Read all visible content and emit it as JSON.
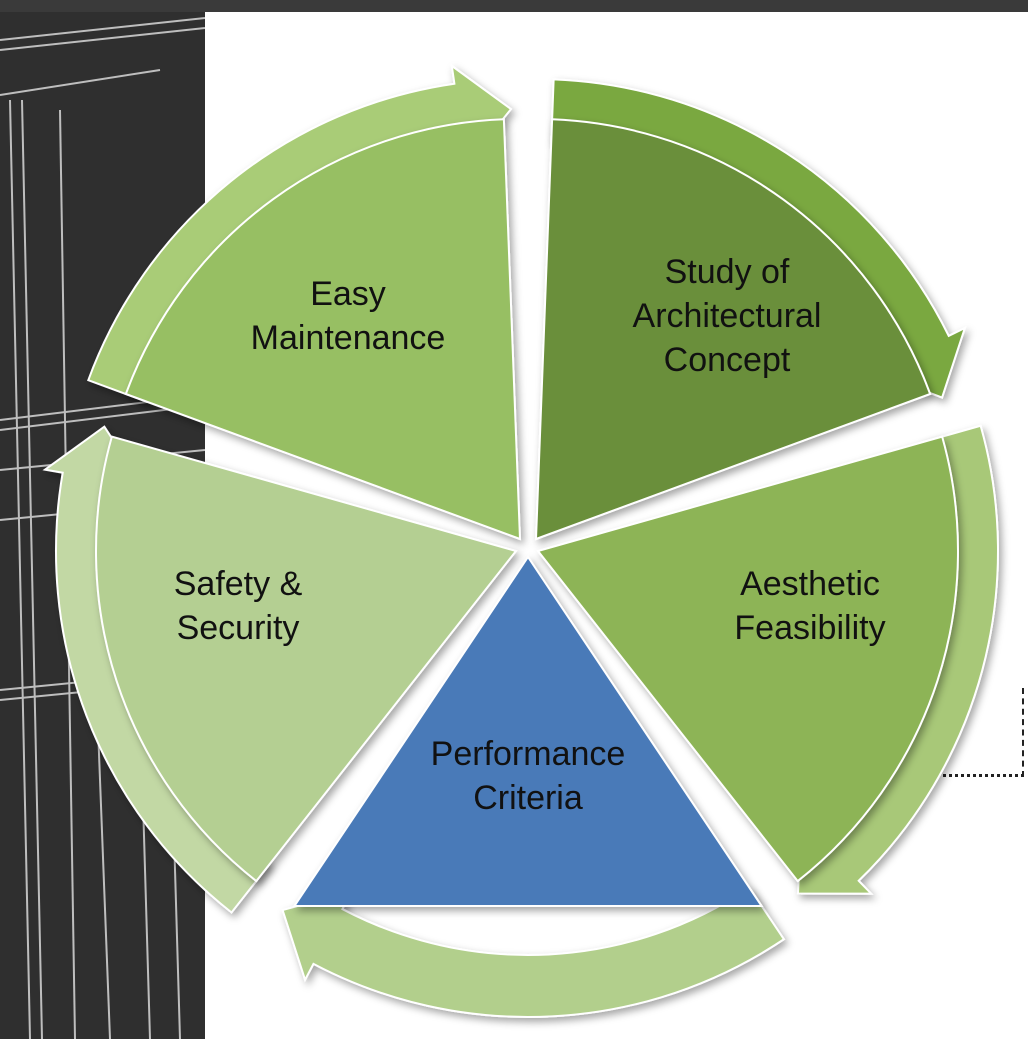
{
  "diagram": {
    "type": "cycle",
    "segments": [
      {
        "id": "study",
        "lines": [
          "Study of",
          "Architectural",
          "Concept"
        ],
        "fill": "#6b8f3a",
        "arrow_fill": "#7aa840",
        "text_color": "#111111"
      },
      {
        "id": "aesthetic",
        "lines": [
          "Aesthetic",
          "Feasibility"
        ],
        "fill": "#8db456",
        "arrow_fill": "#a8c878",
        "text_color": "#111111"
      },
      {
        "id": "performance",
        "lines": [
          "Performance",
          "Criteria"
        ],
        "fill": "#4a7ab8",
        "arrow_fill": "#b2cf8c",
        "text_color": "#111111"
      },
      {
        "id": "safety",
        "lines": [
          "Safety &",
          "Security"
        ],
        "fill": "#b4cf92",
        "arrow_fill": "#c2d8a4",
        "text_color": "#111111"
      },
      {
        "id": "maintenance",
        "lines": [
          "Easy",
          "Maintenance"
        ],
        "fill": "#97bf63",
        "arrow_fill": "#a9cc77",
        "text_color": "#111111"
      }
    ]
  },
  "colors": {
    "background_panel": "#2f2f2f",
    "background": "#ffffff"
  }
}
